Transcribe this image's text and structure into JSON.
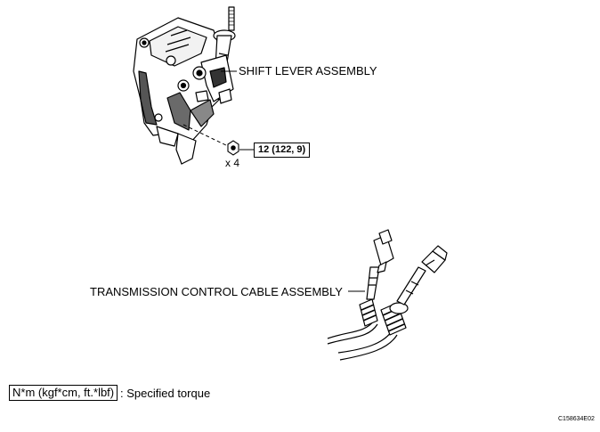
{
  "labels": {
    "shift_lever": "SHIFT LEVER ASSEMBLY",
    "cable": "TRANSMISSION CONTROL CABLE ASSEMBLY",
    "torque": "12 (122, 9)",
    "quantity": "x 4",
    "legend_unit": "N*m (kgf*cm, ft.*lbf)",
    "legend_text": ": Specified torque",
    "figure_code": "C158634E02"
  }
}
